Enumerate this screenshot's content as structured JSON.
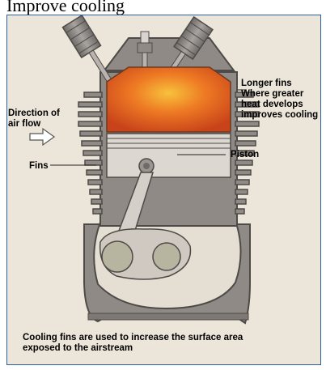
{
  "page": {
    "top_text": "Improve cooling"
  },
  "labels": {
    "longer_fins": "Longer fins\nWhere greater\nheat develops\nimproves cooling",
    "direction": "Direction of\nair flow",
    "fins": "Fins",
    "piston": "Piston",
    "caption": "Cooling fins are used to increase the surface area\nexposed to the airstream"
  },
  "colors": {
    "background": "#ece6da",
    "engine_grey": "#8f8a86",
    "combustion_orange": "#e0551e",
    "frame_border": "#2a5fa0"
  }
}
